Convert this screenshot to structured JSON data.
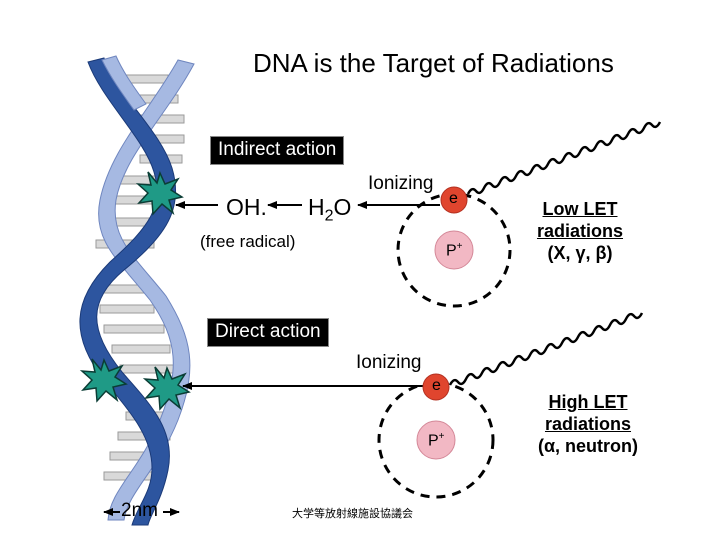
{
  "title": "DNA is the Target of Radiations",
  "indirect": {
    "label": "Indirect action",
    "ionizing": "Ionizing",
    "oh": "OH.",
    "h2o_main": "H",
    "h2o_sub": "2",
    "h2o_end": "O",
    "free_radical": "(free radical)",
    "electron": "e",
    "proton": "P",
    "proton_sup": "+",
    "radiation_line1": "Low LET",
    "radiation_line2": "radiations",
    "radiation_line3": "(X, γ, β)"
  },
  "direct": {
    "label": "Direct action",
    "ionizing": "Ionizing",
    "electron": "e",
    "proton": "P",
    "proton_sup": "+",
    "radiation_line1": "High LET",
    "radiation_line2": "radiations",
    "radiation_line3": "(α, neutron)"
  },
  "scale_label": "2nm",
  "footer": "大学等放射線施設協議会",
  "colors": {
    "helix_dark": "#2a4f9a",
    "helix_light": "#9fb4e0",
    "rung": "#d8d8d8",
    "burst": "#1f9a86",
    "background": "#ffffff"
  }
}
